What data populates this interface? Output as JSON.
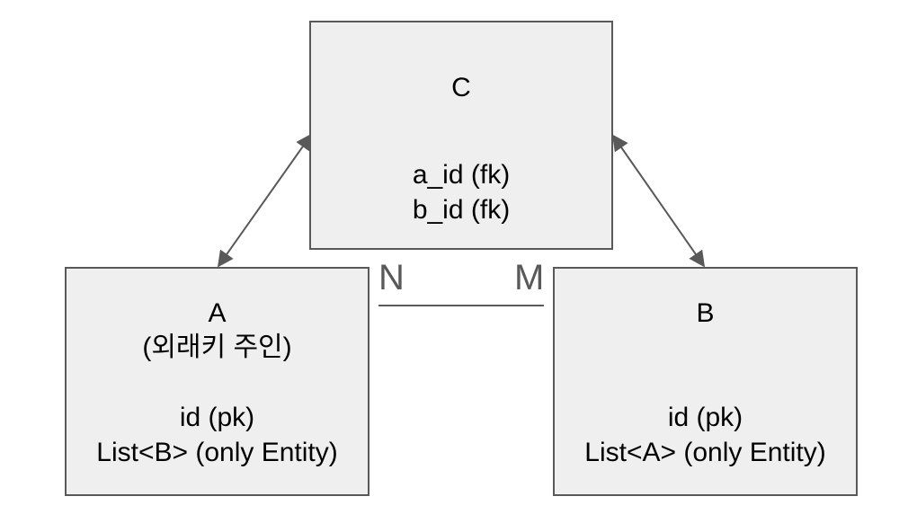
{
  "entities": {
    "c": {
      "title": "C",
      "fields": [
        "a_id (fk)",
        "b_id (fk)"
      ]
    },
    "a": {
      "title": "A",
      "subtitle": "(외래키 주인)",
      "fields": [
        "id (pk)",
        "List<B> (only Entity)"
      ]
    },
    "b": {
      "title": "B",
      "fields": [
        "id (pk)",
        "List<A> (only Entity)"
      ]
    }
  },
  "relationship": {
    "left_label": "N",
    "right_label": "M"
  },
  "colors": {
    "box_fill": "#efefef",
    "border": "#595959",
    "text": "#000000"
  }
}
